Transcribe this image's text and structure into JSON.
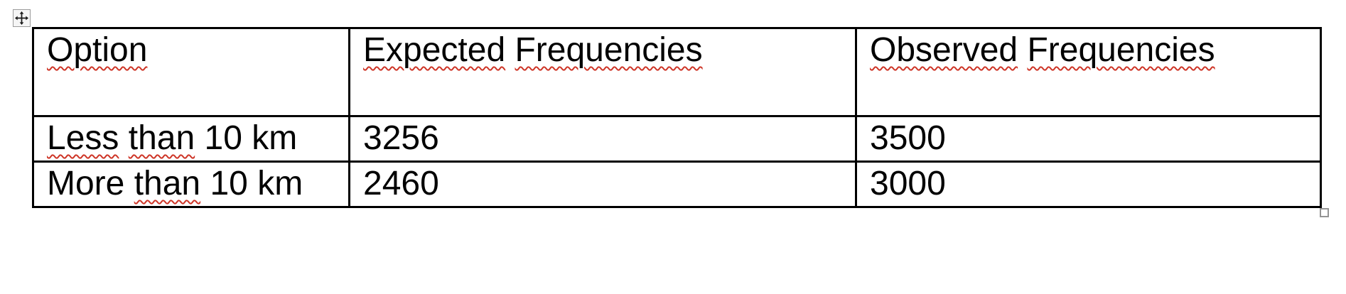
{
  "table": {
    "header": [
      {
        "words": [
          {
            "t": "Option",
            "sq": true
          }
        ]
      },
      {
        "words": [
          {
            "t": "Expected",
            "sq": true
          },
          {
            "t": "Frequencies",
            "sq": true
          }
        ]
      },
      {
        "words": [
          {
            "t": "Observed",
            "sq": true
          },
          {
            "t": "Frequencies",
            "sq": true
          }
        ]
      }
    ],
    "rows": [
      {
        "cells": [
          {
            "words": [
              {
                "t": "Less",
                "sq": true
              },
              {
                "t": "than",
                "sq": true
              },
              {
                "t": "10",
                "sq": false
              },
              {
                "t": "km",
                "sq": false
              }
            ]
          },
          {
            "words": [
              {
                "t": "3256",
                "sq": false
              }
            ]
          },
          {
            "words": [
              {
                "t": "3500",
                "sq": false
              }
            ]
          }
        ]
      },
      {
        "cells": [
          {
            "words": [
              {
                "t": "More",
                "sq": false
              },
              {
                "t": "than",
                "sq": true
              },
              {
                "t": "10",
                "sq": false
              },
              {
                "t": "km",
                "sq": false
              }
            ]
          },
          {
            "words": [
              {
                "t": "2460",
                "sq": false
              }
            ]
          },
          {
            "words": [
              {
                "t": "3000",
                "sq": false
              }
            ]
          }
        ]
      }
    ]
  },
  "icons": {
    "move_handle": "move-cross-arrows-icon",
    "resize_handle": "resize-square-handle"
  },
  "colors": {
    "table_border": "#000000",
    "text": "#000000",
    "spellcheck_underline": "#ce3527",
    "handle_border": "#9b9b9b",
    "background": "#ffffff"
  }
}
